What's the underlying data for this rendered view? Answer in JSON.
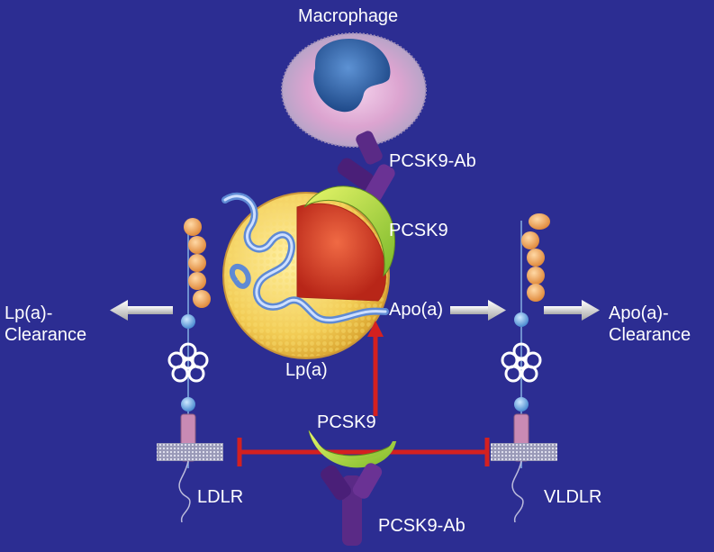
{
  "labels": {
    "macrophage": "Macrophage",
    "pcsk9_ab_top": "PCSK9-Ab",
    "pcsk9_top": "PCSK9",
    "apo_a": "Apo(a)",
    "lp_a": "Lp(a)",
    "pcsk9_bottom": "PCSK9",
    "ldlr": "LDLR",
    "vldlr": "VLDLR",
    "pcsk9_ab_bottom": "PCSK9-Ab",
    "lpa_clearance_line1": "Lp(a)-",
    "lpa_clearance_line2": "Clearance",
    "apoa_clearance_line1": "Apo(a)-",
    "apoa_clearance_line2": "Clearance"
  },
  "colors": {
    "background": "#2c2d92",
    "inhibition": "#d42020",
    "pcsk9": "#c8e63a",
    "antibody": "#5a2a86",
    "receptor_bead": "#f2a860",
    "receptor_stalk": "#c98ab4",
    "macrophage_cytoplasm": "#e6b8dc",
    "macrophage_nucleus": "#3a6cb0",
    "particle_shell": "#f2cc55",
    "particle_core": "#d8402c"
  },
  "icons": [
    "macrophage-cell",
    "antibody-icon",
    "pcsk9-crescent",
    "lpa-particle",
    "ldl-receptor",
    "vldl-receptor",
    "arrow-icon",
    "inhibition-bar"
  ]
}
